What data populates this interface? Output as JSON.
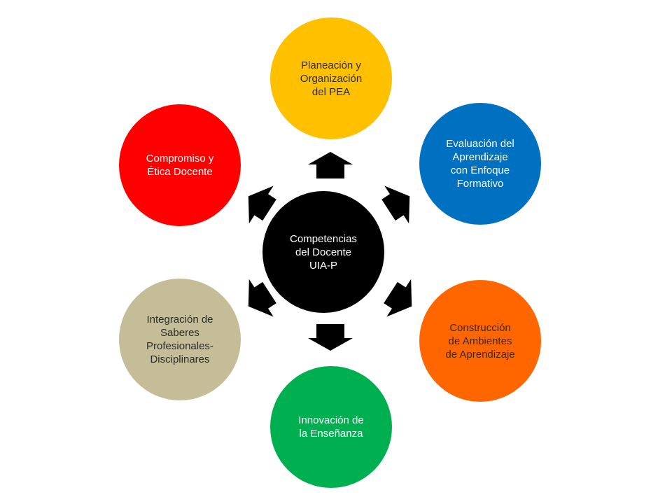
{
  "diagram": {
    "center": {
      "label": "Competencias\ndel Docente\nUIA-P",
      "fill": "#000000",
      "text_color": "#ffffff"
    },
    "nodes": [
      {
        "id": "top",
        "label": "Planeación y\nOrganización\ndel PEA",
        "fill": "#FFC000",
        "text_color": "#2b2b2b"
      },
      {
        "id": "upper-right",
        "label": "Evaluación del\nAprendizaje\ncon Enfoque\nFormativo",
        "fill": "#0070C0",
        "text_color": "#ffffff"
      },
      {
        "id": "lower-right",
        "label": "Construcción\nde Ambientes\nde Aprendizaje",
        "fill": "#FF6600",
        "text_color": "#3a2a20"
      },
      {
        "id": "bottom",
        "label": "Innovación de\nla Enseñanza",
        "fill": "#00B050",
        "text_color": "#ffffff"
      },
      {
        "id": "lower-left",
        "label": "Integración de\nSaberes\nProfesionales-\nDisciplinares",
        "fill": "#C4BD97",
        "text_color": "#2b2b2b"
      },
      {
        "id": "upper-left",
        "label": "Compromiso y\nÉtica Docente",
        "fill": "#FF0000",
        "text_color": "#ffffff"
      }
    ],
    "arrow_color": "#000000"
  }
}
